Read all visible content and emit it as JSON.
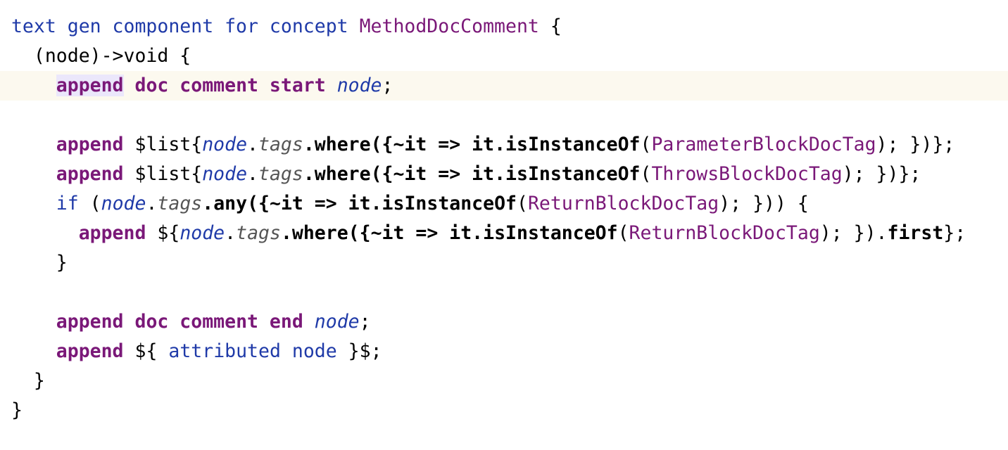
{
  "editor": {
    "lines": [
      {
        "indent": "",
        "tokens": [
          "text gen component for concept",
          "MethodDocComment",
          "{"
        ]
      },
      {
        "indent": "  ",
        "tokens": [
          "(node)->void {"
        ]
      },
      {
        "indent": "    ",
        "tokens": [
          "append",
          "doc comment start",
          "node",
          ";"
        ]
      },
      {
        "indent": "",
        "tokens": []
      },
      {
        "indent": "    ",
        "tokens": [
          "append",
          "$list{",
          "node",
          ".",
          "tags",
          ".where({~it => it.",
          "isInstanceOf",
          "(",
          "ParameterBlockDocTag",
          "); })};"
        ]
      },
      {
        "indent": "    ",
        "tokens": [
          "append",
          "$list{",
          "node",
          ".",
          "tags",
          ".where({~it => it.",
          "isInstanceOf",
          "(",
          "ThrowsBlockDocTag",
          "); })};"
        ]
      },
      {
        "indent": "    ",
        "tokens": [
          "if",
          "(",
          "node",
          ".",
          "tags",
          ".any({~it => it.",
          "isInstanceOf",
          "(",
          "ReturnBlockDocTag",
          "); })) {"
        ]
      },
      {
        "indent": "      ",
        "tokens": [
          "append",
          "${",
          "node",
          ".",
          "tags",
          ".where({~it => it.",
          "isInstanceOf",
          "(",
          "ReturnBlockDocTag",
          "); }).",
          "first",
          "};"
        ]
      },
      {
        "indent": "    ",
        "tokens": [
          "}"
        ]
      },
      {
        "indent": "",
        "tokens": []
      },
      {
        "indent": "    ",
        "tokens": [
          "append",
          "doc comment end",
          "node",
          ";"
        ]
      },
      {
        "indent": "    ",
        "tokens": [
          "append",
          "${",
          "attributed node",
          "}$;"
        ]
      },
      {
        "indent": "  ",
        "tokens": [
          "}"
        ]
      },
      {
        "indent": "",
        "tokens": [
          "}"
        ]
      }
    ],
    "current_line": 3,
    "colors": {
      "keyword_blue": "#1f3aa8",
      "keyword_purple": "#7a1878",
      "current_line_bg": "#fcf9ef",
      "selection_bg": "#ebe7fb"
    }
  }
}
